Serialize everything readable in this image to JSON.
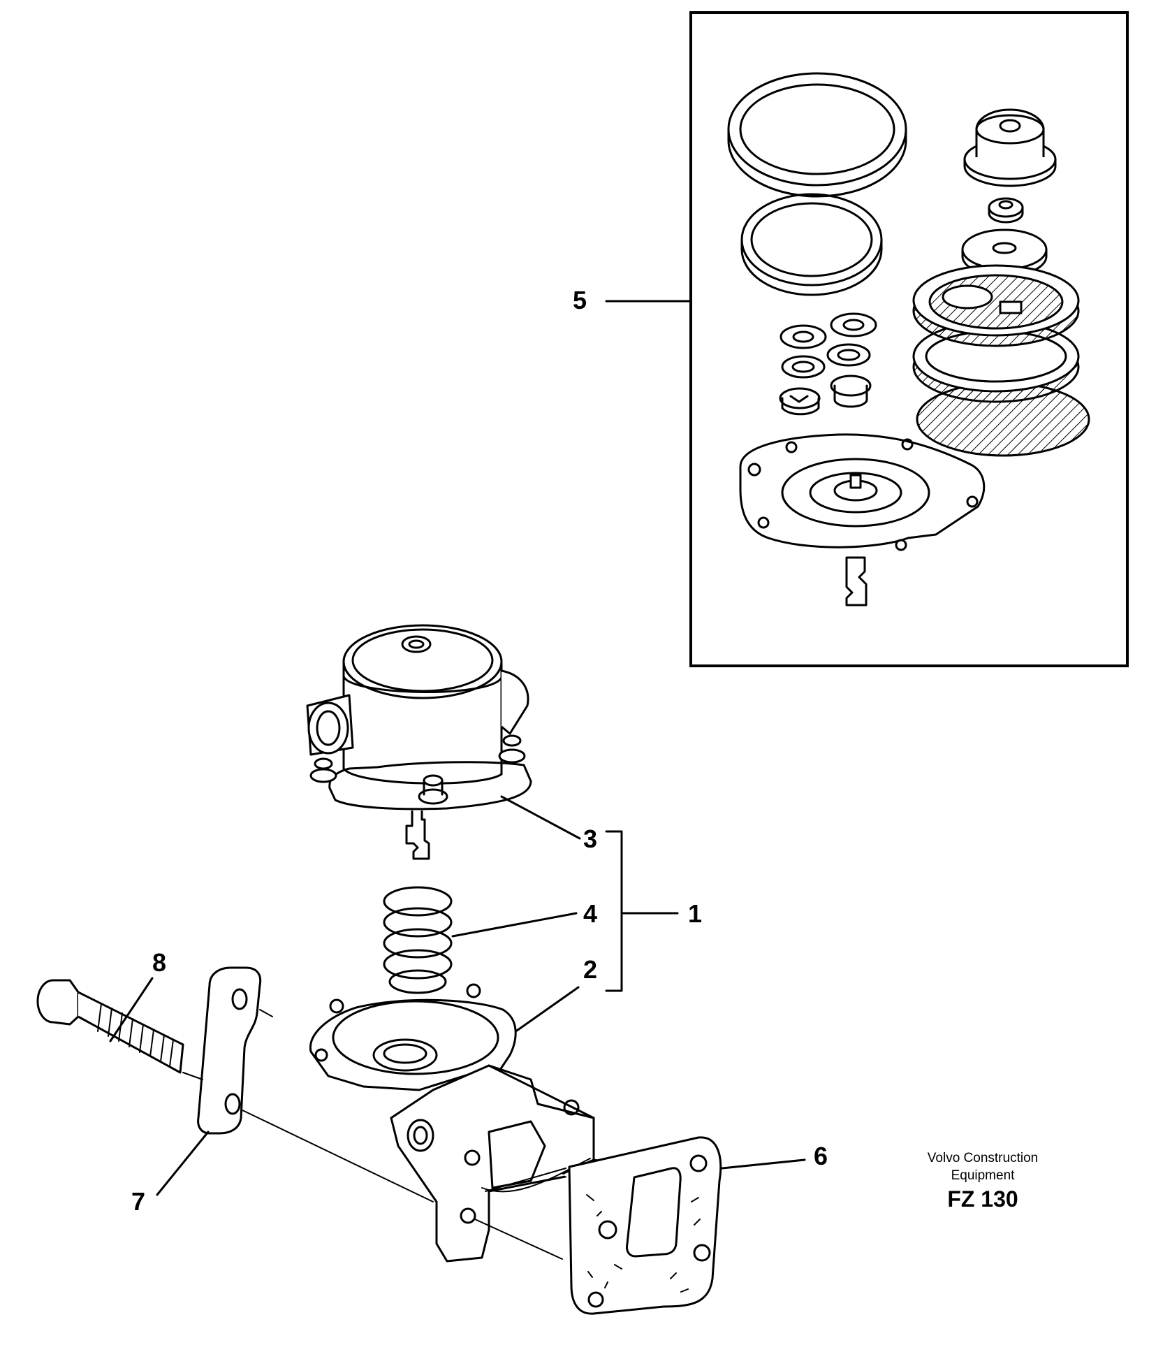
{
  "callouts": {
    "c1": "1",
    "c2": "2",
    "c3": "3",
    "c4": "4",
    "c5": "5",
    "c6": "6",
    "c7": "7",
    "c8": "8"
  },
  "brand": {
    "line1": "Volvo Construction",
    "line2": "Equipment",
    "code": "FZ 130"
  }
}
